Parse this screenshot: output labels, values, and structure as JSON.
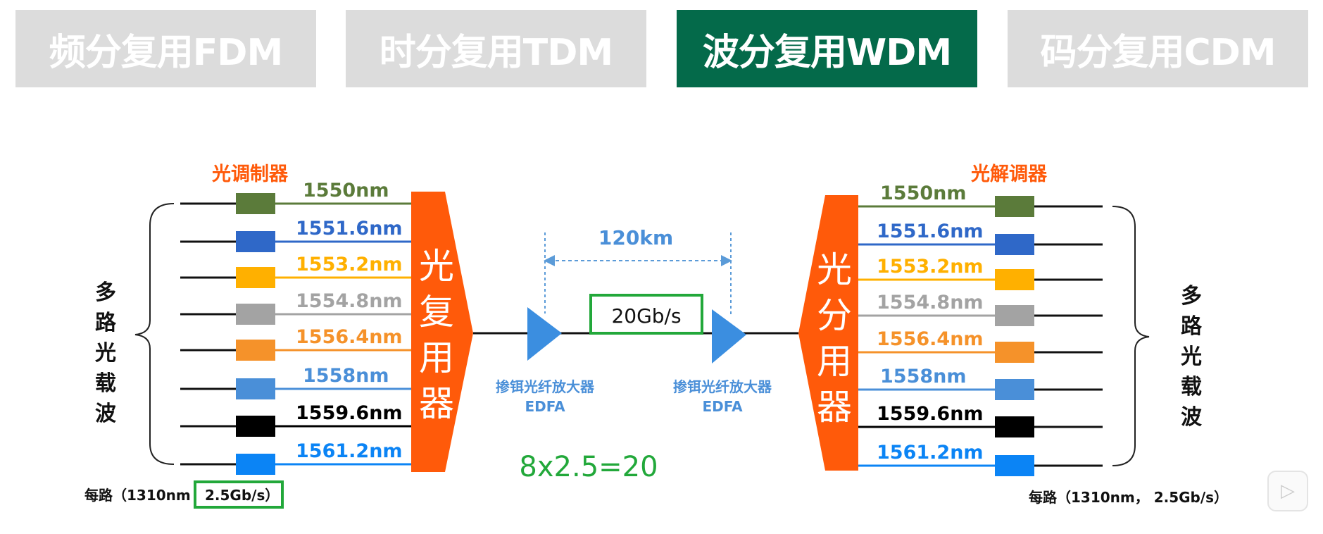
{
  "tabs": [
    {
      "label": "频分复用FDM",
      "active": false
    },
    {
      "label": "时分复用TDM",
      "active": false
    },
    {
      "label": "波分复用WDM",
      "active": true
    },
    {
      "label": "码分复用CDM",
      "active": false
    }
  ],
  "colors": {
    "tab_active": "#046a4a",
    "tab_inactive": "#dcdcdc",
    "mux": "#ff5a0a",
    "highlight": "#22a83a",
    "edfa": "#3b8ee0"
  },
  "left": {
    "modulator_label": "光调制器",
    "mux_label": [
      "光",
      "复",
      "用",
      "器"
    ],
    "carrier_label": [
      "多",
      "路",
      "光",
      "载",
      "波"
    ],
    "per_channel": "每路（1310nm",
    "per_channel_rate": "2.5Gb/s）"
  },
  "right": {
    "demodulator_label": "光解调器",
    "demux_label": [
      "光",
      "分",
      "用",
      "器"
    ],
    "carrier_label": [
      "多",
      "路",
      "光",
      "载",
      "波"
    ],
    "per_channel": "每路（1310nm， 2.5Gb/s）"
  },
  "channels": [
    {
      "label": "1550nm",
      "color": "#5b7b3a"
    },
    {
      "label": "1551.6nm",
      "color": "#2f68c8"
    },
    {
      "label": "1553.2nm",
      "color": "#ffb000"
    },
    {
      "label": "1554.8nm",
      "color": "#a3a3a3"
    },
    {
      "label": "1556.4nm",
      "color": "#f5922a"
    },
    {
      "label": "1558nm",
      "color": "#4a8fd8"
    },
    {
      "label": "1559.6nm",
      "color": "#000000"
    },
    {
      "label": "1561.2nm",
      "color": "#0b84f5"
    }
  ],
  "link": {
    "distance": "120km",
    "rate": "20Gb/s",
    "amp1": {
      "name": "掺铒光纤放大器",
      "abbr": "EDFA"
    },
    "amp2": {
      "name": "掺铒光纤放大器",
      "abbr": "EDFA"
    },
    "formula": "8x2.5=20"
  },
  "player": {
    "icon": "play-icon"
  }
}
